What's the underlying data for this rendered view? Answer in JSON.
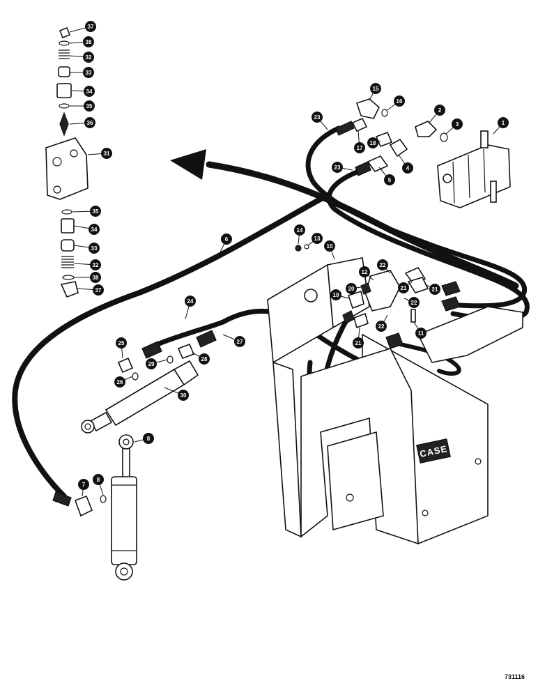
{
  "figure": {
    "reference_code": "731116",
    "brand_mark": "CASE"
  },
  "callouts": [
    {
      "id": "c1",
      "label": "1"
    },
    {
      "id": "c2",
      "label": "2"
    },
    {
      "id": "c3",
      "label": "3"
    },
    {
      "id": "c4",
      "label": "4"
    },
    {
      "id": "c5",
      "label": "5"
    },
    {
      "id": "c6",
      "label": "6"
    },
    {
      "id": "c7",
      "label": "7"
    },
    {
      "id": "c8a",
      "label": "8"
    },
    {
      "id": "c8b",
      "label": "8"
    },
    {
      "id": "c10",
      "label": "10"
    },
    {
      "id": "c11",
      "label": "11"
    },
    {
      "id": "c12",
      "label": "12"
    },
    {
      "id": "c13",
      "label": "13"
    },
    {
      "id": "c14",
      "label": "14"
    },
    {
      "id": "c15",
      "label": "15"
    },
    {
      "id": "c16",
      "label": "16"
    },
    {
      "id": "c17",
      "label": "17"
    },
    {
      "id": "c18",
      "label": "18"
    },
    {
      "id": "c19",
      "label": "19"
    },
    {
      "id": "c20",
      "label": "20"
    },
    {
      "id": "c21a",
      "label": "21"
    },
    {
      "id": "c21b",
      "label": "21"
    },
    {
      "id": "c21c",
      "label": "21"
    },
    {
      "id": "c22a",
      "label": "22"
    },
    {
      "id": "c22b",
      "label": "22"
    },
    {
      "id": "c22c",
      "label": "22"
    },
    {
      "id": "c23a",
      "label": "23"
    },
    {
      "id": "c23b",
      "label": "23"
    },
    {
      "id": "c24",
      "label": "24"
    },
    {
      "id": "c25",
      "label": "25"
    },
    {
      "id": "c26",
      "label": "26"
    },
    {
      "id": "c27",
      "label": "27"
    },
    {
      "id": "c28",
      "label": "28"
    },
    {
      "id": "c29",
      "label": "29"
    },
    {
      "id": "c30",
      "label": "30"
    },
    {
      "id": "c31",
      "label": "31"
    },
    {
      "id": "c32a",
      "label": "32"
    },
    {
      "id": "c32b",
      "label": "32"
    },
    {
      "id": "c33a",
      "label": "33"
    },
    {
      "id": "c33b",
      "label": "33"
    },
    {
      "id": "c34a",
      "label": "34"
    },
    {
      "id": "c34b",
      "label": "34"
    },
    {
      "id": "c35a",
      "label": "35"
    },
    {
      "id": "c35b",
      "label": "35"
    },
    {
      "id": "c36",
      "label": "36"
    },
    {
      "id": "c37a",
      "label": "37"
    },
    {
      "id": "c37b",
      "label": "37"
    },
    {
      "id": "c38a",
      "label": "38"
    },
    {
      "id": "c38b",
      "label": "38"
    }
  ]
}
